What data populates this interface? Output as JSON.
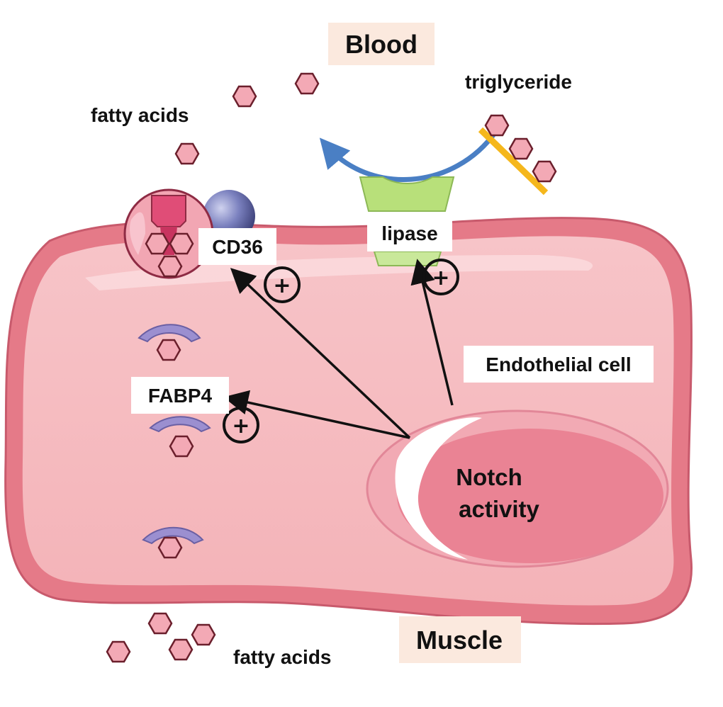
{
  "labels": {
    "blood": "Blood",
    "muscle": "Muscle",
    "fatty_acids_top": "fatty acids",
    "fatty_acids_bottom": "fatty acids",
    "triglyceride": "triglyceride",
    "cd36": "CD36",
    "lipase": "lipase",
    "fabp4": "FABP4",
    "endothelial_cell": "Endothelial cell",
    "notch_line1": "Notch",
    "notch_line2": "activity"
  },
  "plus_sign": "+",
  "colors": {
    "cell_outer": "#e57a88",
    "cell_inner": "#f6bcc0",
    "nucleus": "#ea8394",
    "hexagon_fill": "#f3a9b5",
    "hexagon_stroke": "#6b1f2c",
    "blue_arrow": "#4a7fc4",
    "lipid_bar": "#f5b71c",
    "lipase": "#b8e07a",
    "fabp4": "#9b8fd0",
    "sphere": "#5a5f9c",
    "cd36": "#e04d77",
    "label_highlight": "#fbe9de"
  }
}
